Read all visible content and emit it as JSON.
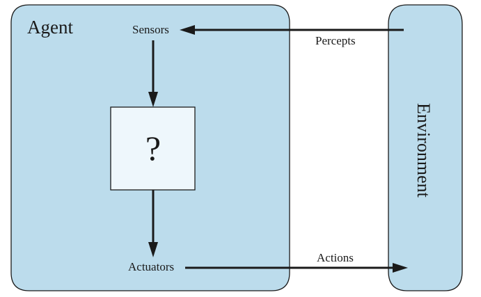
{
  "agent": {
    "title": "Agent",
    "sensors_label": "Sensors",
    "actuators_label": "Actuators",
    "unknown_symbol": "?"
  },
  "environment": {
    "title": "Environment"
  },
  "flows": {
    "percepts_label": "Percepts",
    "actions_label": "Actions"
  },
  "colors": {
    "region_fill": "#bcdcec",
    "box_fill": "#eef7fc",
    "stroke": "#1a1a1a"
  }
}
